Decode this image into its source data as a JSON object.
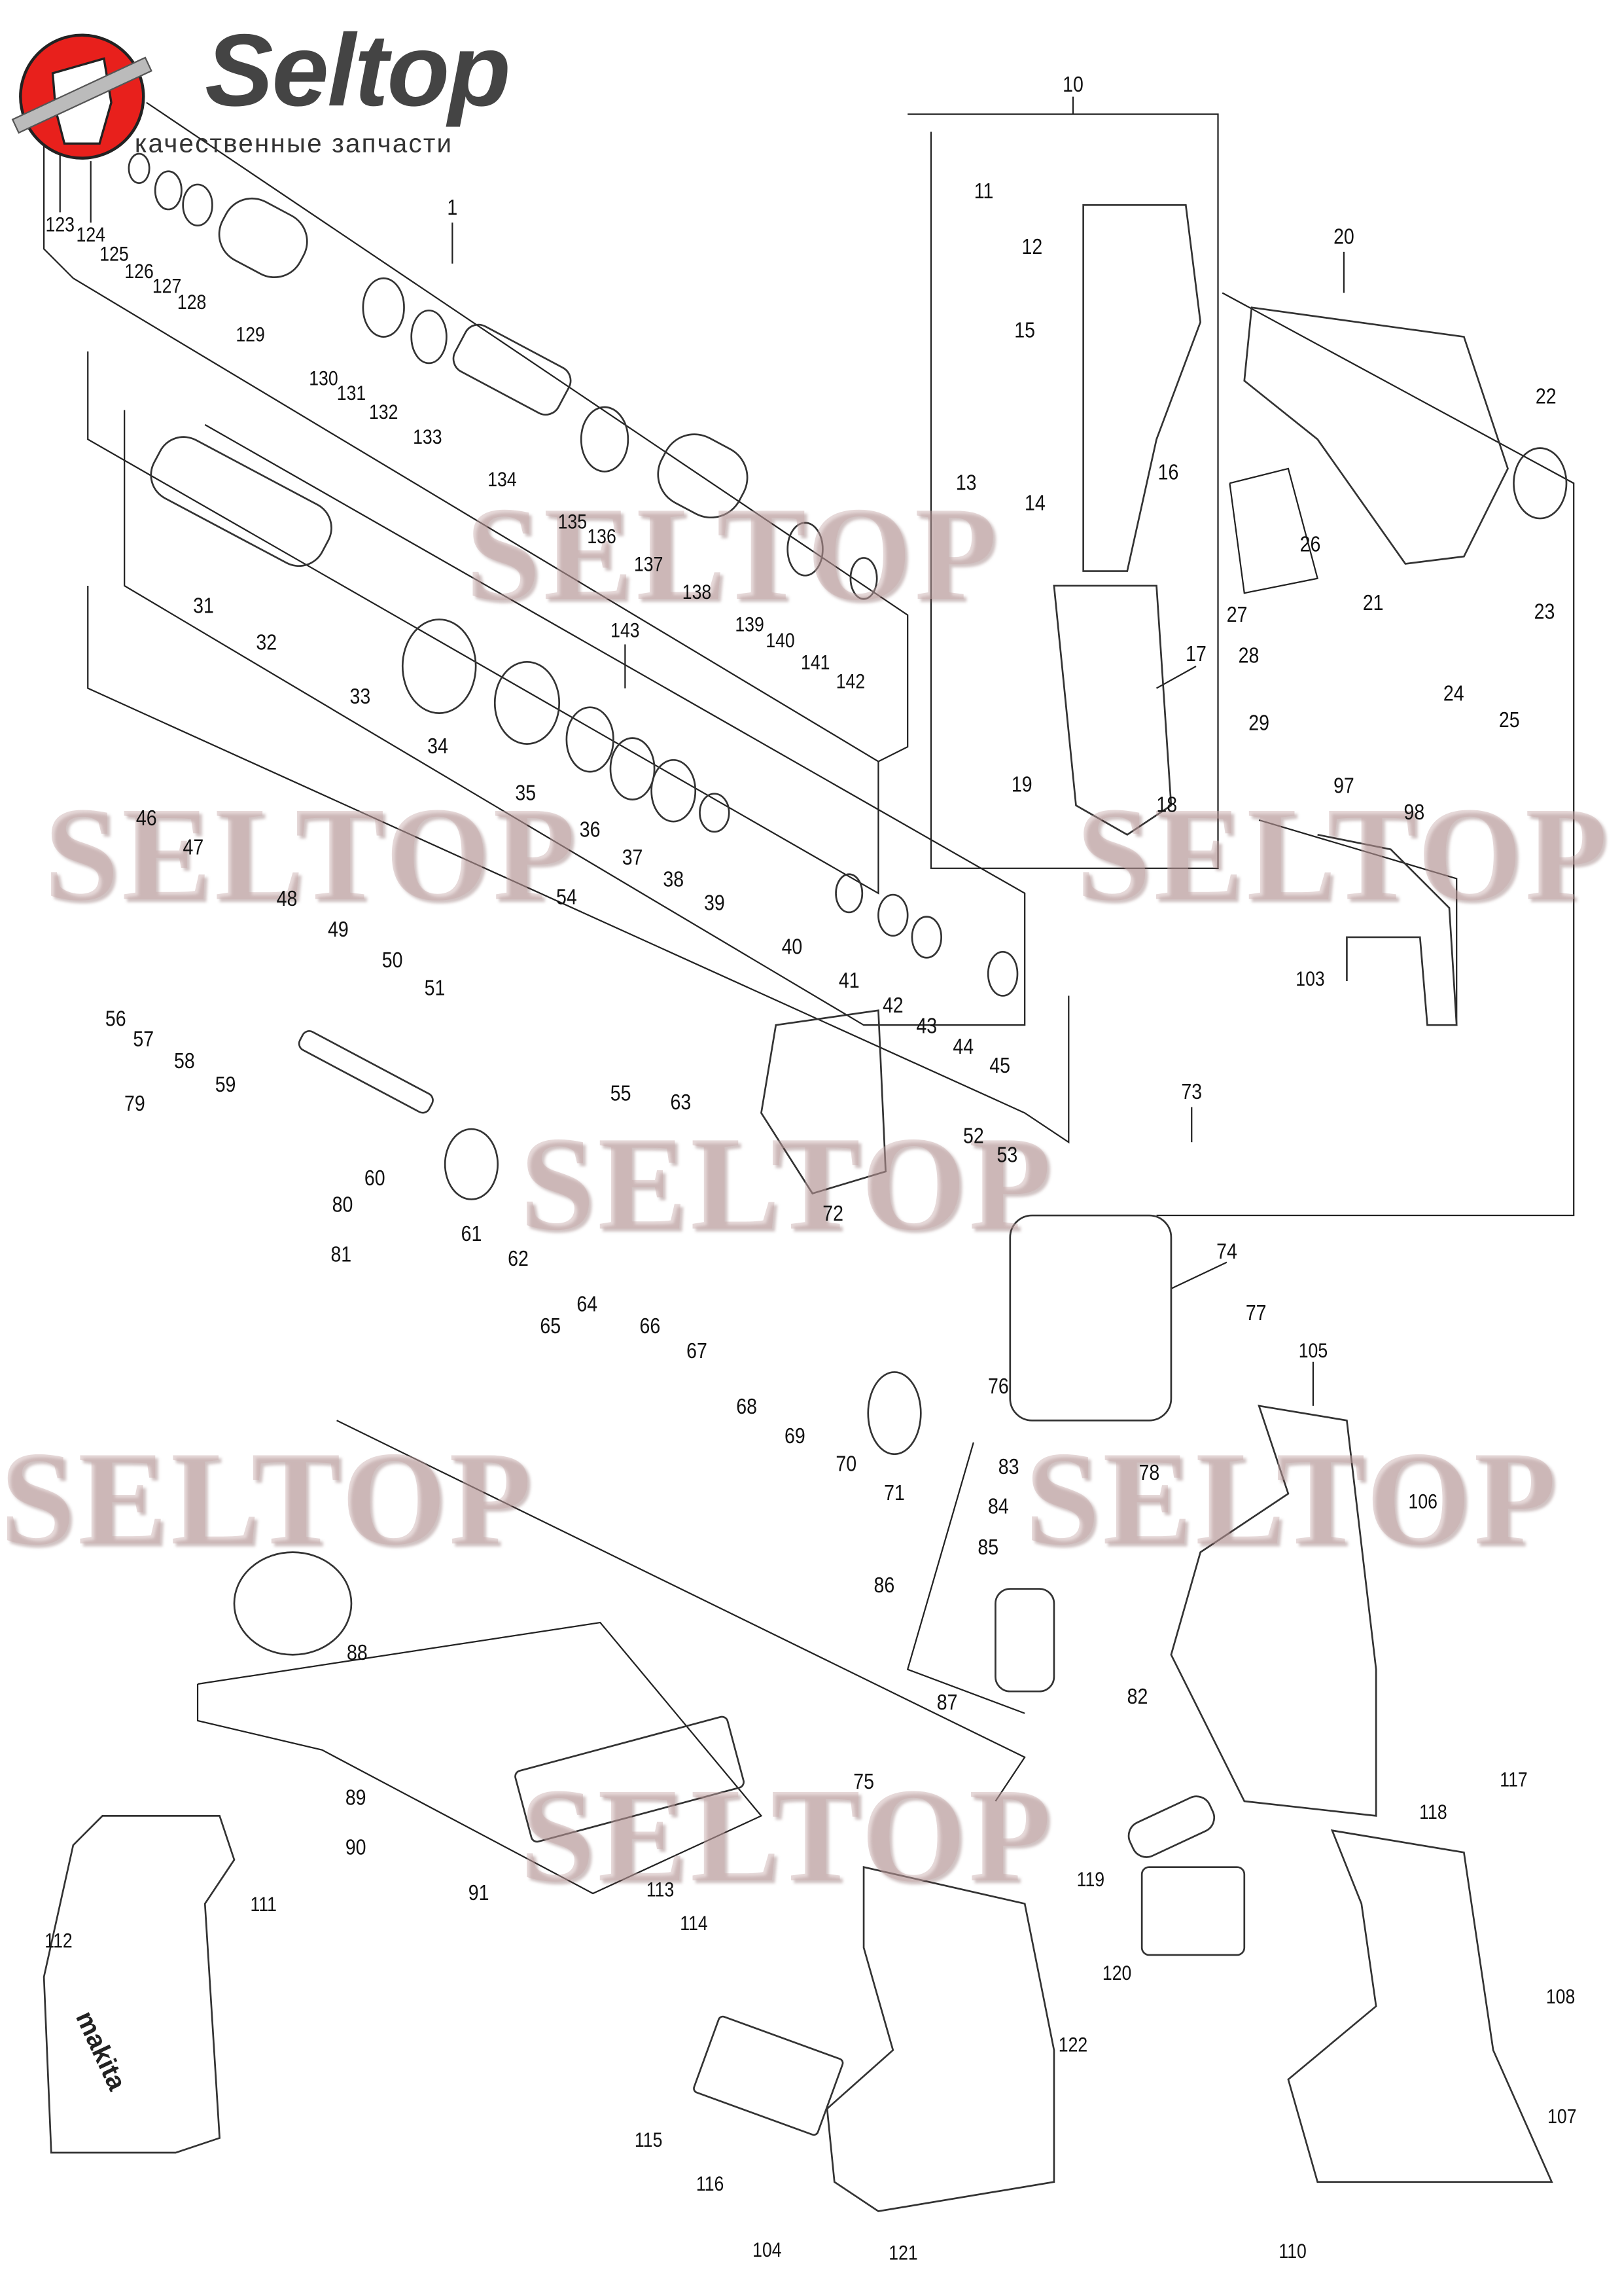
{
  "logo": {
    "brand": "Seltop",
    "tagline": "качественные запчасти",
    "accent": "#e8201c"
  },
  "watermark": "SELTOP",
  "housing_logo": "makita",
  "part_labels": [
    "123",
    "124",
    "125",
    "126",
    "127",
    "128",
    "1",
    "129",
    "130",
    "131",
    "132",
    "133",
    "134",
    "135",
    "136",
    "137",
    "138",
    "139",
    "140",
    "141",
    "142",
    "31",
    "32",
    "33",
    "34",
    "143",
    "35",
    "36",
    "37",
    "38",
    "39",
    "40",
    "46",
    "47",
    "48",
    "49",
    "50",
    "51",
    "54",
    "41",
    "42",
    "43",
    "44",
    "45",
    "56",
    "57",
    "58",
    "59",
    "55",
    "79",
    "60",
    "63",
    "52",
    "53",
    "73",
    "80",
    "81",
    "61",
    "62",
    "72",
    "74",
    "65",
    "64",
    "66",
    "67",
    "68",
    "69",
    "70",
    "71",
    "76",
    "77",
    "78",
    "83",
    "84",
    "85",
    "86",
    "82",
    "87",
    "88",
    "89",
    "90",
    "91",
    "75",
    "113",
    "114",
    "111",
    "112",
    "115",
    "116",
    "104",
    "121",
    "122",
    "119",
    "120",
    "117",
    "118",
    "108",
    "107",
    "110",
    "105",
    "106",
    "10",
    "11",
    "12",
    "15",
    "13",
    "14",
    "16",
    "20",
    "22",
    "26",
    "21",
    "23",
    "27",
    "28",
    "29",
    "24",
    "25",
    "17",
    "19",
    "18",
    "97",
    "98",
    "103"
  ]
}
